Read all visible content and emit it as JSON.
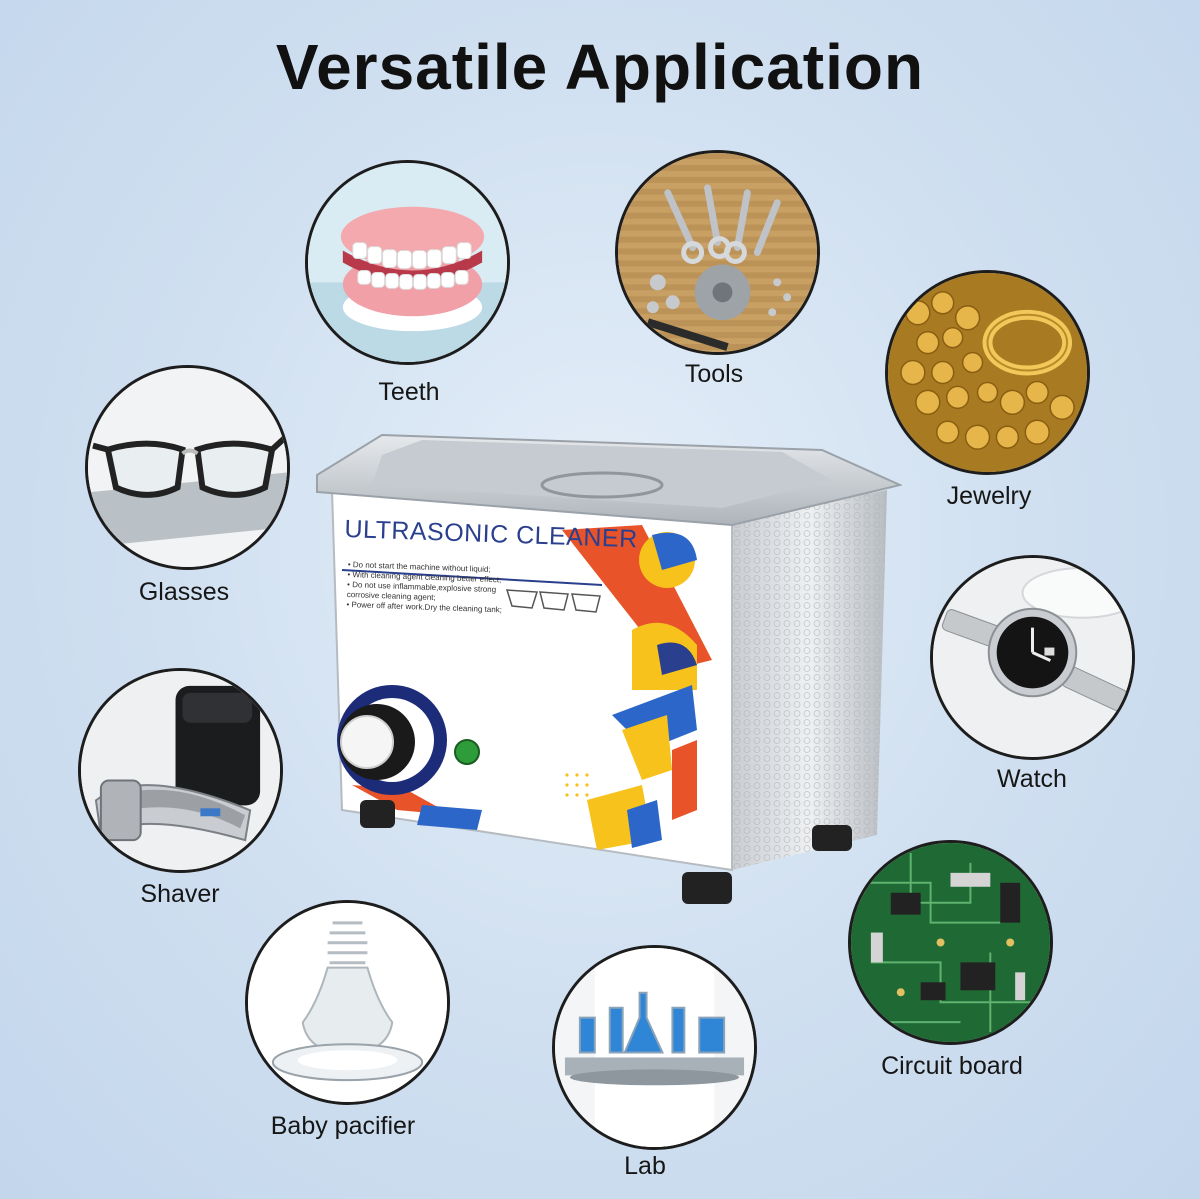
{
  "title": "Versatile Application",
  "product": {
    "label": "ULTRASONIC CLEANER",
    "warnings": [
      "• Do not start the machine without liquid;",
      "• With cleaning agent cleaning better effect;",
      "• Do not use inflammable,explosive strong",
      "  corrosive cleaning agent;",
      "• Power off after work.Dry the cleaning tank;"
    ]
  },
  "applications": [
    {
      "label": "Teeth"
    },
    {
      "label": "Tools"
    },
    {
      "label": "Jewelry"
    },
    {
      "label": "Glasses"
    },
    {
      "label": "Watch"
    },
    {
      "label": "Shaver"
    },
    {
      "label": "Circuit board"
    },
    {
      "label": "Baby pacifier"
    },
    {
      "label": "Lab"
    }
  ],
  "colors": {
    "background": "#cfdff0",
    "title": "#111111",
    "circle_border": "#1d1d1d",
    "brand_label": "#2a3f8e"
  }
}
